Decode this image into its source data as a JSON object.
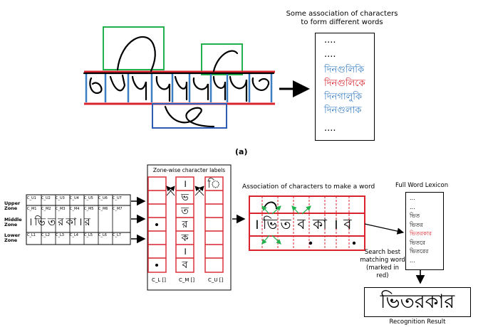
{
  "figure_a": {
    "caption": "Some association of characters to form different words",
    "dots": [
      "....",
      "....",
      "...."
    ],
    "words": [
      {
        "text": "দিনগুলিকি",
        "color": "#3a7fc4"
      },
      {
        "text": "দিনগুলিকে",
        "color": "#d9232d"
      },
      {
        "text": "দিনগালুকি",
        "color": "#3a7fc4"
      },
      {
        "text": "দিনগুলাক",
        "color": "#3a7fc4"
      }
    ],
    "label": "(a)"
  },
  "figure_b": {
    "zone_labels": [
      "Upper Zone",
      "Middle Zone",
      "Lower Zone"
    ],
    "upper_cells": [
      "C_U1",
      "C_U2",
      "C_U3",
      "C_U4",
      "C_U5",
      "C_U6",
      "C_U7"
    ],
    "middle_cells": [
      "C_M1",
      "C_M2",
      "C_M3",
      "C_M4",
      "C_M5",
      "C_M6",
      "C_M7"
    ],
    "lower_cells": [
      "C_L1",
      "C_L2",
      "C_L3",
      "C_L4",
      "C_L5",
      "C_L6",
      "C_L7"
    ],
    "middle_word": "।ভিতরকা।র",
    "zonewise_title": "Zone-wise character labels",
    "middle_chars": [
      "।",
      "ভ",
      "ত",
      "র",
      "ক",
      "।",
      "ব"
    ],
    "upper_char": "ি",
    "array_labels": [
      "C_L []",
      "C_M []",
      "C_U []"
    ],
    "association_title": "Association of characters to make a word",
    "association_chars": [
      "।",
      "ভি",
      "ত",
      "ব",
      "কা",
      "।",
      "ব"
    ],
    "search_text": [
      "Search best",
      "matching word",
      "(marked in red)"
    ],
    "lexicon_title": "Full Word Lexicon",
    "lexicon_items": [
      {
        "text": "...",
        "color": "#000000"
      },
      {
        "text": "...",
        "color": "#000000"
      },
      {
        "text": "ভিত",
        "color": "#000000"
      },
      {
        "text": "ভিতর",
        "color": "#000000"
      },
      {
        "text": "ভিতরকার",
        "color": "#d9232d"
      },
      {
        "text": "ভিতরে",
        "color": "#000000"
      },
      {
        "text": "ভিতরের",
        "color": "#000000"
      },
      {
        "text": "...",
        "color": "#000000"
      }
    ],
    "result_word": "ভিতরকার",
    "result_label": "Recognition Result"
  },
  "colors": {
    "red": "#d9232d",
    "blue": "#3a7fc4",
    "green": "#22b14c",
    "darkblue": "#2c5cb8"
  }
}
